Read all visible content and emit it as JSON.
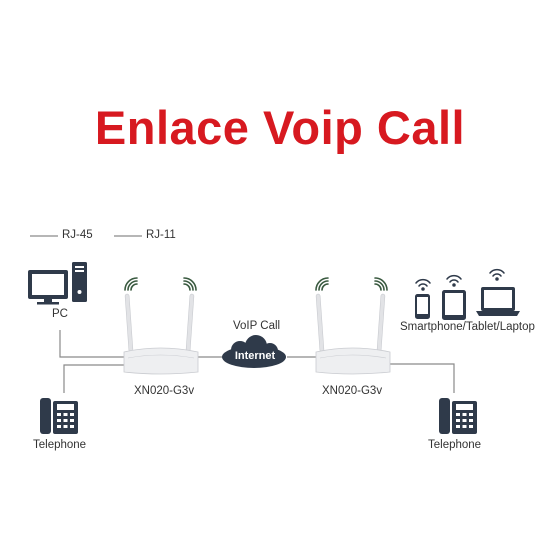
{
  "title": "Enlace Voip Call",
  "colors": {
    "title": "#d71920",
    "line": "#8a8a8a",
    "device": "#2f3a4a",
    "router": "#e9eaec",
    "cloud": "#2f3a4a",
    "wifi": "#3a5a40"
  },
  "legend": {
    "rj45": "RJ-45",
    "rj11": "RJ-11"
  },
  "labels": {
    "pc": "PC",
    "router_left": "XN020-G3v",
    "router_right": "XN020-G3v",
    "voip_call": "VoIP Call",
    "internet": "Internet",
    "mobile_devices": "Smartphone/Tablet/Laptop",
    "telephone_left": "Telephone",
    "telephone_right": "Telephone"
  }
}
